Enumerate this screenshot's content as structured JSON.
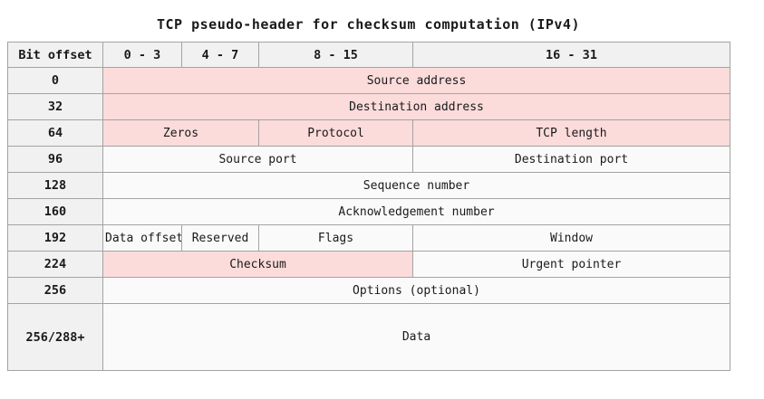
{
  "title": "TCP pseudo-header for checksum computation (IPv4)",
  "colors": {
    "pink_highlight": "#fcdbdb",
    "header_gray": "#f1f1f1",
    "cell_light": "#fafafa",
    "border_gray": "#a3a3a3"
  },
  "table": {
    "headers": [
      "Bit offset",
      "0 - 3",
      "4 - 7",
      "8 - 15",
      "16 - 31"
    ],
    "rows": [
      {
        "offset": "0",
        "cells": [
          {
            "label": "Source address",
            "span": 4,
            "pink": true
          }
        ]
      },
      {
        "offset": "32",
        "cells": [
          {
            "label": "Destination address",
            "span": 4,
            "pink": true
          }
        ]
      },
      {
        "offset": "64",
        "cells": [
          {
            "label": "Zeros",
            "span": 2,
            "pink": true
          },
          {
            "label": "Protocol",
            "span": 1,
            "pink": true
          },
          {
            "label": "TCP length",
            "span": 1,
            "pink": true
          }
        ]
      },
      {
        "offset": "96",
        "cells": [
          {
            "label": "Source port",
            "span": 3,
            "pink": false
          },
          {
            "label": "Destination port",
            "span": 1,
            "pink": false
          }
        ]
      },
      {
        "offset": "128",
        "cells": [
          {
            "label": "Sequence number",
            "span": 4,
            "pink": false
          }
        ]
      },
      {
        "offset": "160",
        "cells": [
          {
            "label": "Acknowledgement number",
            "span": 4,
            "pink": false
          }
        ]
      },
      {
        "offset": "192",
        "cells": [
          {
            "label": "Data offset",
            "span": 1,
            "pink": false
          },
          {
            "label": "Reserved",
            "span": 1,
            "pink": false
          },
          {
            "label": "Flags",
            "span": 1,
            "pink": false
          },
          {
            "label": "Window",
            "span": 1,
            "pink": false
          }
        ]
      },
      {
        "offset": "224",
        "cells": [
          {
            "label": "Checksum",
            "span": 3,
            "pink": true
          },
          {
            "label": "Urgent pointer",
            "span": 1,
            "pink": false
          }
        ]
      },
      {
        "offset": "256",
        "cells": [
          {
            "label": "Options (optional)",
            "span": 4,
            "pink": false
          }
        ]
      },
      {
        "offset": "256/288+",
        "cells": [
          {
            "label": "Data",
            "span": 4,
            "pink": false
          }
        ],
        "tall": true
      }
    ]
  }
}
